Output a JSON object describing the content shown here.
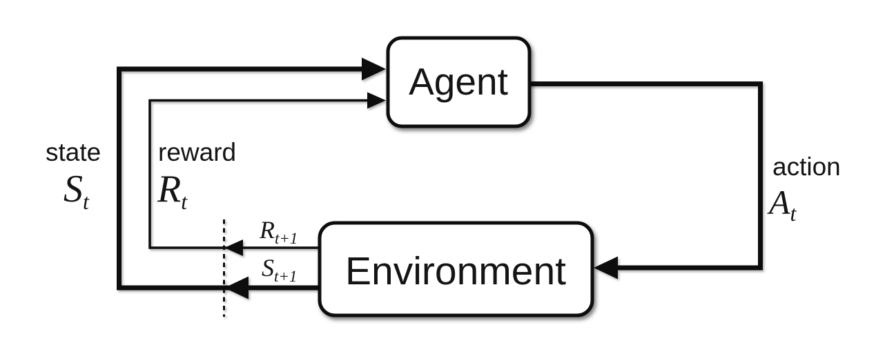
{
  "diagram": {
    "name": "agent-environment-interaction-loop",
    "boxes": {
      "agent": {
        "label": "Agent"
      },
      "environment": {
        "label": "Environment"
      }
    },
    "labels": {
      "state": {
        "word": "state",
        "symbol": {
          "base": "S",
          "sub": "t"
        }
      },
      "reward": {
        "word": "reward",
        "symbol": {
          "base": "R",
          "sub": "t"
        }
      },
      "action": {
        "word": "action",
        "symbol": {
          "base": "A",
          "sub": "t"
        }
      },
      "next_reward": {
        "base": "R",
        "sub": "t+1"
      },
      "next_state": {
        "base": "S",
        "sub": "t+1"
      }
    },
    "colors": {
      "line": "#0c0c0c",
      "text": "#141414",
      "background": "#ffffff",
      "box_fill": "#ffffff"
    }
  }
}
